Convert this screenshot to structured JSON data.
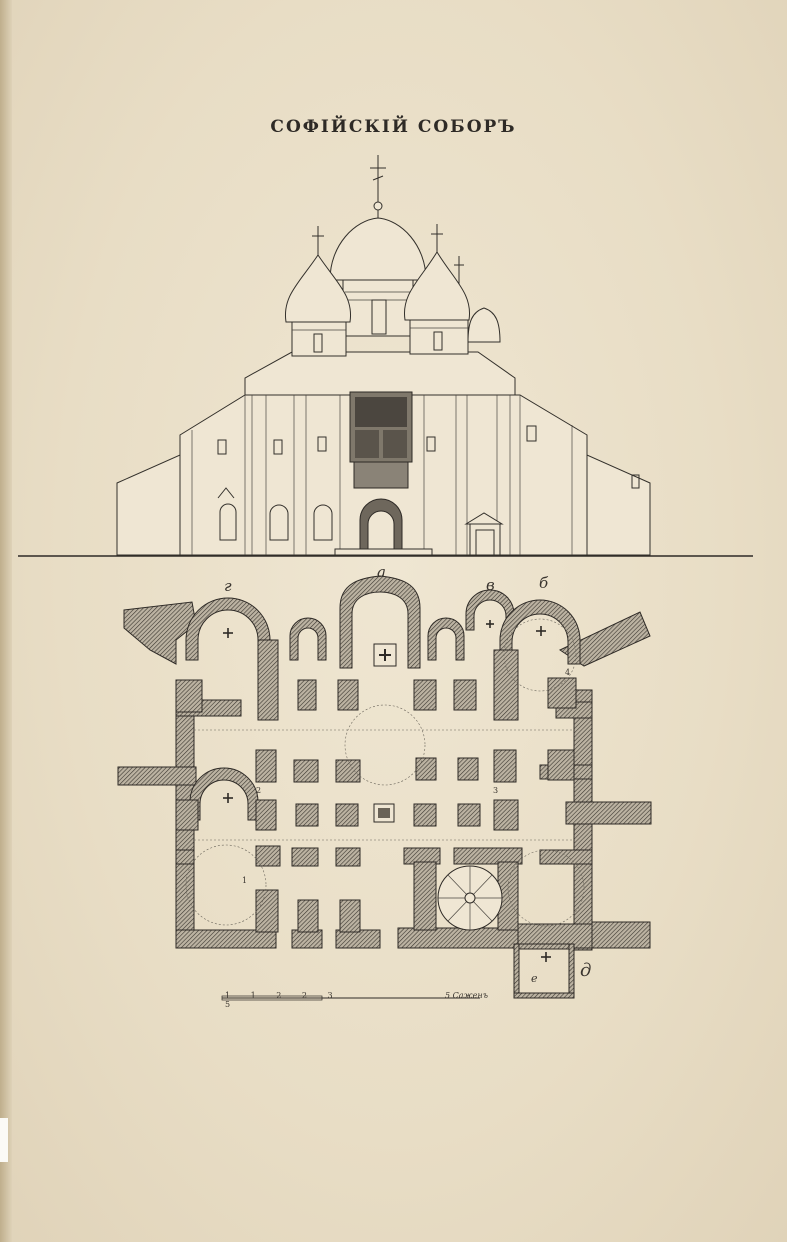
{
  "title": "СОФІЙСКІЙ СОБОРЪ",
  "plan_labels": {
    "a": "а",
    "b": "б",
    "v": "в",
    "g": "г",
    "d": "д",
    "e": "е"
  },
  "plan_numbers": [
    "1",
    "2",
    "3",
    "4"
  ],
  "scale": {
    "ticks": "1 1 2 2 3 5",
    "unit": "5 Саженъ"
  }
}
